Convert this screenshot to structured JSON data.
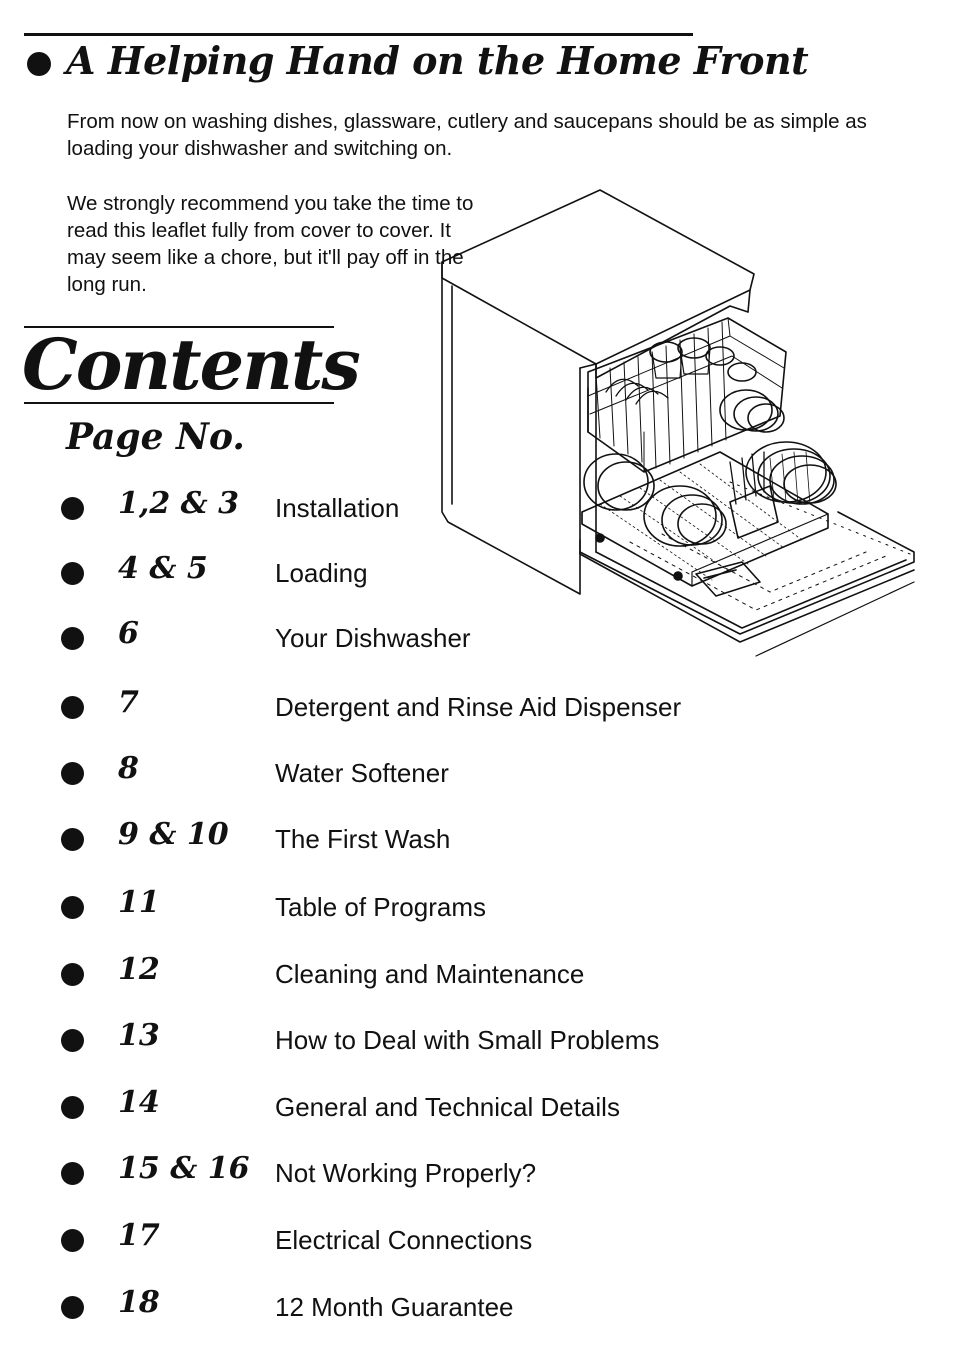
{
  "header": {
    "title": "A Helping Hand on the Home Front"
  },
  "intro": {
    "paragraph1": "From now on washing dishes, glassware, cutlery and saucepans should be as simple as loading your dishwasher and switching on.",
    "paragraph2": "We strongly recommend you take the time to read this leaflet fully from cover to cover. It may seem like a chore, but it'll pay off in the long run."
  },
  "contents": {
    "title": "Contents",
    "page_no_label": "Page No.",
    "items": [
      {
        "page": "1,2 & 3",
        "title": "Installation"
      },
      {
        "page": "4 & 5",
        "title": "Loading"
      },
      {
        "page": "6",
        "title": "Your Dishwasher"
      },
      {
        "page": "7",
        "title": "Detergent and Rinse Aid Dispenser"
      },
      {
        "page": "8",
        "title": "Water Softener"
      },
      {
        "page": "9 & 10",
        "title": "The First Wash"
      },
      {
        "page": "11",
        "title": "Table of Programs"
      },
      {
        "page": "12",
        "title": "Cleaning and Maintenance"
      },
      {
        "page": "13",
        "title": "How to Deal with Small Problems"
      },
      {
        "page": "14",
        "title": "General and Technical Details"
      },
      {
        "page": "15 & 16",
        "title": "Not Working Properly?"
      },
      {
        "page": "17",
        "title": "Electrical Connections"
      },
      {
        "page": "18",
        "title": "12 Month Guarantee"
      }
    ]
  },
  "illustration": {
    "icon": "dishwasher-icon"
  }
}
